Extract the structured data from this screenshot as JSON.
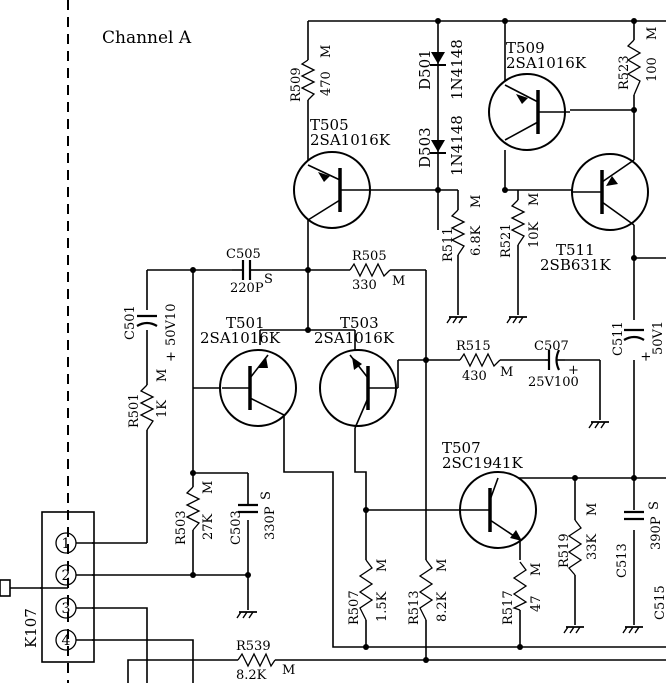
{
  "title": "Channel A",
  "connector": {
    "ref": "K107",
    "pins": [
      "1",
      "2",
      "3",
      "4"
    ]
  },
  "transistors": [
    {
      "ref": "T501",
      "part": "2SA1016K"
    },
    {
      "ref": "T503",
      "part": "2SA1016K"
    },
    {
      "ref": "T505",
      "part": "2SA1016K"
    },
    {
      "ref": "T507",
      "part": "2SC1941K"
    },
    {
      "ref": "T509",
      "part": "2SA1016K"
    },
    {
      "ref": "T511",
      "part": "2SB631K"
    }
  ],
  "resistors": [
    {
      "ref": "R501",
      "value": "1K",
      "tag": "M"
    },
    {
      "ref": "R503",
      "value": "27K",
      "tag": "M"
    },
    {
      "ref": "R505",
      "value": "330",
      "tag": "M"
    },
    {
      "ref": "R507",
      "value": "1.5K",
      "tag": "M"
    },
    {
      "ref": "R509",
      "value": "470",
      "tag": "M"
    },
    {
      "ref": "R511",
      "value": "6.8K",
      "tag": "M"
    },
    {
      "ref": "R513",
      "value": "8.2K",
      "tag": "M"
    },
    {
      "ref": "R515",
      "value": "430",
      "tag": "M"
    },
    {
      "ref": "R517",
      "value": "47",
      "tag": "M"
    },
    {
      "ref": "R519",
      "value": "33K",
      "tag": "M"
    },
    {
      "ref": "R521",
      "value": "10K",
      "tag": "M"
    },
    {
      "ref": "R523",
      "value": "100",
      "tag": "M"
    },
    {
      "ref": "R539",
      "value": "8.2K",
      "tag": "M"
    }
  ],
  "capacitors": [
    {
      "ref": "C501",
      "value": "50V10"
    },
    {
      "ref": "C503",
      "value": "330P",
      "tag": "S"
    },
    {
      "ref": "C505",
      "value": "220P",
      "tag": "S"
    },
    {
      "ref": "C507",
      "value": "25V100"
    },
    {
      "ref": "C511",
      "value": "50V1"
    },
    {
      "ref": "C513",
      "value": "390P",
      "tag": "S"
    },
    {
      "ref": "C515",
      "value": ""
    }
  ],
  "diodes": [
    {
      "ref": "D501",
      "part": "1N4148"
    },
    {
      "ref": "D503",
      "part": "1N4148"
    }
  ]
}
